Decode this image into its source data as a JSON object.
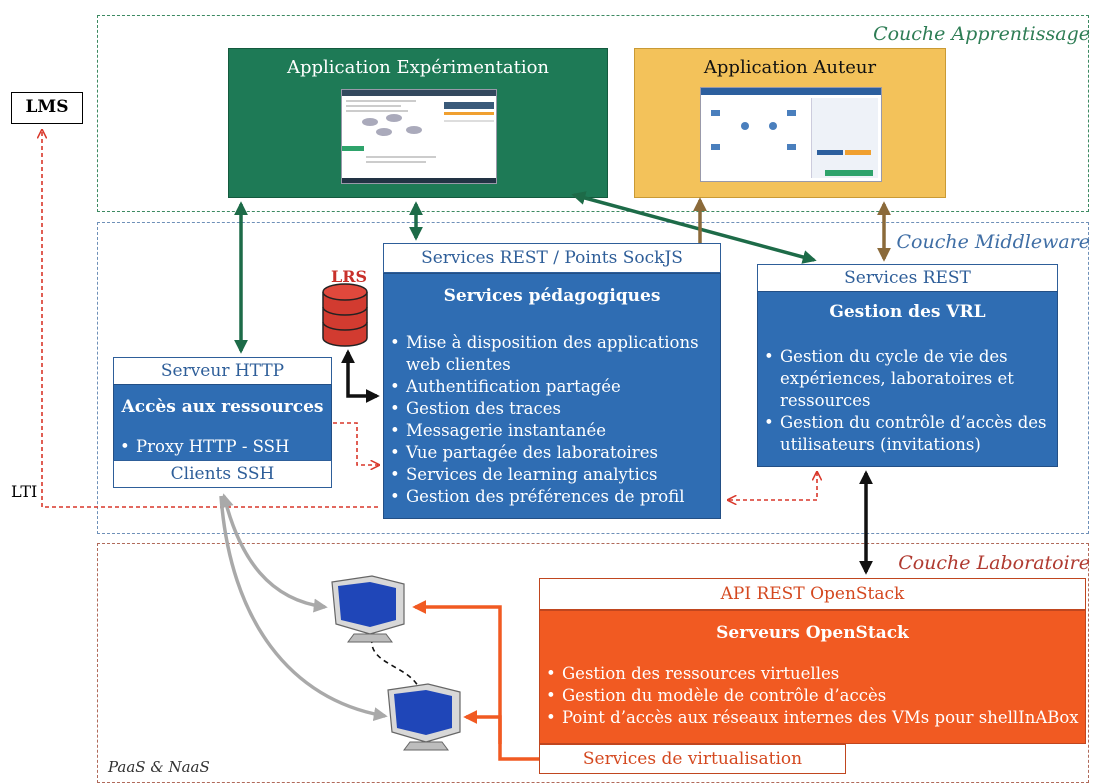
{
  "layers": {
    "apprentissage": "Couche Apprentissage",
    "middleware": "Couche Middleware",
    "laboratoire": "Couche Laboratoire",
    "paas": "PaaS & NaaS"
  },
  "lms": "LMS",
  "lti": "LTI",
  "lrs": "LRS",
  "app_experimentation": {
    "title": "Application Expérimentation"
  },
  "app_auteur": {
    "title": "Application Auteur"
  },
  "services_pedagogiques": {
    "header": "Services REST / Points SockJS",
    "title": "Services pédagogiques",
    "items": [
      "Mise à disposition des applications web clientes",
      "Authentification partagée",
      "Gestion des traces",
      "Messagerie instantanée",
      "Vue partagée des laboratoires",
      "Services de learning analytics",
      "Gestion des préférences de profil"
    ]
  },
  "gestion_vrl": {
    "header": "Services REST",
    "title": "Gestion des VRL",
    "items": [
      "Gestion du cycle de vie des expériences, laboratoires et ressources",
      "Gestion du contrôle d’accès des utilisateurs (invitations)"
    ]
  },
  "serveur_http": {
    "header": "Serveur HTTP",
    "title": "Accès aux ressources",
    "items": [
      "Proxy HTTP - SSH"
    ],
    "footer": "Clients SSH"
  },
  "openstack": {
    "header": "API REST OpenStack",
    "title": "Serveurs OpenStack",
    "items": [
      "Gestion des ressources virtuelles",
      "Gestion du modèle de contrôle d’accès",
      "Point d’accès aux réseaux internes des VMs pour shellInABox"
    ],
    "footer": "Services de virtualisation"
  },
  "colors": {
    "green_app": "#1e7a56",
    "yellow_app": "#f3c25a",
    "blue_box": "#2f6db3",
    "orange_box": "#f15a22",
    "green_arrow": "#1d6b48",
    "brown_arrow": "#8b6a3a",
    "red_dashed": "#d9372a",
    "gray_arrow": "#a9a9a9",
    "lrs_red": "#c8302a"
  }
}
